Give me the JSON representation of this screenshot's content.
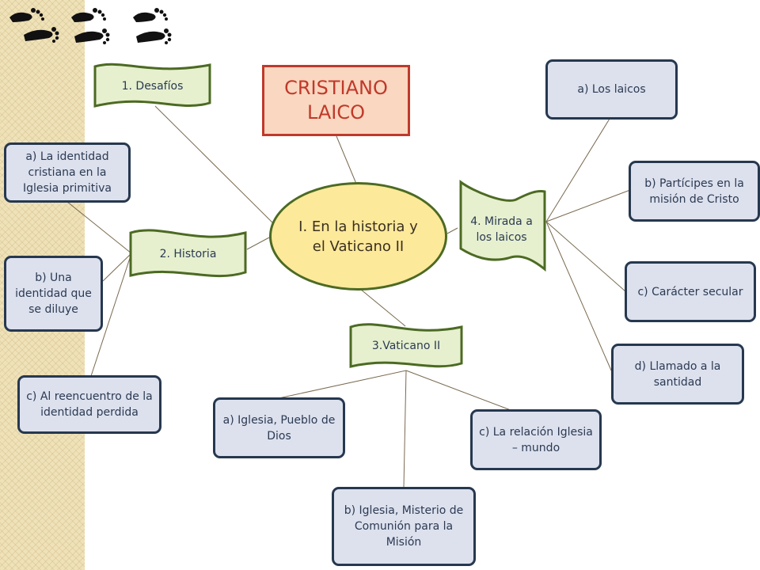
{
  "title": "CRISTIANO LAICO",
  "center": "I. En la historia y el Vaticano II",
  "banners": {
    "desafios": "1. Desafíos",
    "historia": "2. Historia",
    "vaticano": "3.Vaticano II",
    "mirada": "4. Mirada a los laicos"
  },
  "historia_items": [
    "a) La identidad cristiana en la Iglesia primitiva",
    "b) Una identidad que se diluye",
    "c) Al reencuentro de la identidad perdida"
  ],
  "vaticano_items": [
    "a) Iglesia, Pueblo de Dios",
    "b) Iglesia, Misterio de Comunión para la Misión",
    "c) La relación Iglesia – mundo"
  ],
  "laicos_items": [
    "a) Los laicos",
    "b) Partícipes en la misión de Cristo",
    "c) Carácter secular",
    "d) Llamado a la santidad"
  ],
  "colors": {
    "node_fill": "#dde1ee",
    "node_border": "#26384f",
    "banner_fill": "#e6f0cf",
    "banner_border": "#4c6a23",
    "title_fill": "#f9d7c0",
    "title_border": "#c0392b",
    "center_fill": "#fde99a"
  },
  "icons": [
    "footprints-icon",
    "footprints-icon",
    "footprints-icon"
  ]
}
